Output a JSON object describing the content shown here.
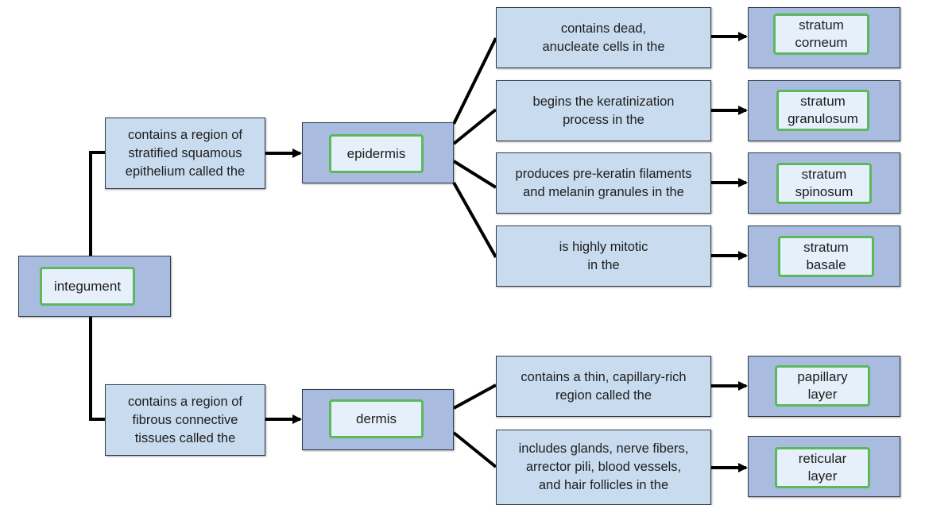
{
  "root": {
    "label": "integument"
  },
  "epidermis_branch": {
    "description": "contains a region of\nstratified squamous\nepithelium called the",
    "label": "epidermis",
    "layers": [
      {
        "description": "contains dead,\nanucleate cells in the",
        "label": "stratum\ncorneum"
      },
      {
        "description": "begins the keratinization\nprocess in the",
        "label": "stratum\ngranulosum"
      },
      {
        "description": "produces pre-keratin filaments\nand melanin granules in the",
        "label": "stratum\nspinosum"
      },
      {
        "description": "is highly mitotic\nin the",
        "label": "stratum\nbasale"
      }
    ]
  },
  "dermis_branch": {
    "description": "contains a region of\nfibrous connective\ntissues called the",
    "label": "dermis",
    "layers": [
      {
        "description": "contains a thin, capillary-rich\nregion called the",
        "label": "papillary\nlayer"
      },
      {
        "description": "includes glands, nerve fibers,\narrector pili, blood vessels,\nand hair follicles in the",
        "label": "reticular\nlayer"
      }
    ]
  },
  "colors": {
    "light_box": "#c9dcef",
    "dark_box": "#a9bbdf",
    "answer_fill": "#e6f0fa",
    "answer_border": "#5cb85c",
    "line": "#000000"
  }
}
